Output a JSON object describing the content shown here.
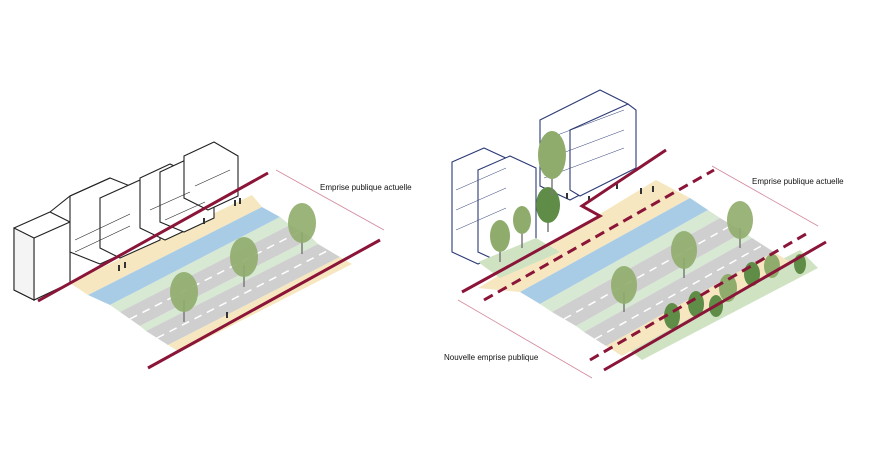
{
  "labels": {
    "left_current": "Emprise publique actuelle",
    "right_current": "Emprise publique actuelle",
    "right_new": "Nouvelle emprise publique"
  },
  "colors": {
    "boundary": "#8b1538",
    "sidewalk": "#f6e7c0",
    "bike_lane": "#a9cce6",
    "median": "#d7e8d3",
    "road": "#cfcfcf",
    "lane_mark": "#ffffff",
    "tree": "#8fac6c",
    "tree_dark": "#5f8c46",
    "grass": "#cfe3c3",
    "building_outline_old": "#222222",
    "building_outline_new": "#2c3a76",
    "dimension_line": "#d48a9a"
  }
}
